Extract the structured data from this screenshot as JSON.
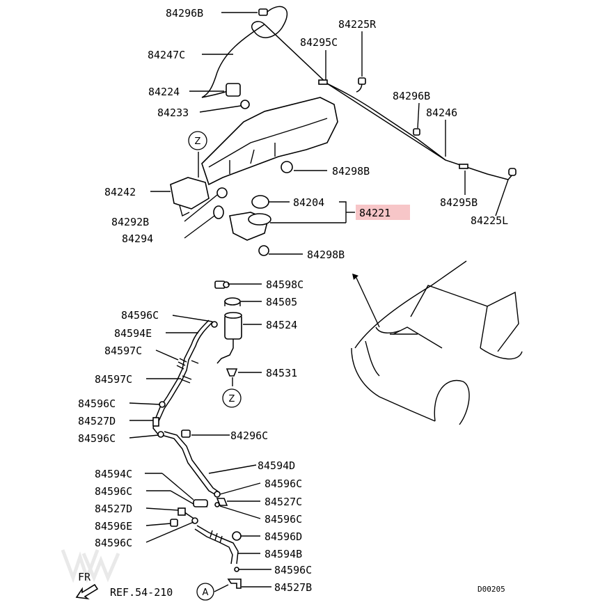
{
  "diagram": {
    "group_label": "84221",
    "labels": {
      "l84296b_top": "84296B",
      "l84247c": "84247C",
      "l84224": "84224",
      "l84233": "84233",
      "l84242": "84242",
      "l84292b": "84292B",
      "l84294": "84294",
      "l84225r": "84225R",
      "l84295c": "84295C",
      "l84296b_mid": "84296B",
      "l84246": "84246",
      "l84298b_top": "84298B",
      "l84204": "84204",
      "l84295b": "84295B",
      "l84225l": "84225L",
      "l84298b_bot": "84298B",
      "l84598c": "84598C",
      "l84505": "84505",
      "l84524": "84524",
      "l84531": "84531",
      "l84596c_1": "84596C",
      "l84594e": "84594E",
      "l84597c_1": "84597C",
      "l84597c_2": "84597C",
      "l84596c_2": "84596C",
      "l84527d_1": "84527D",
      "l84596c_3": "84596C",
      "l84296c": "84296C",
      "l84594d": "84594D",
      "l84594c": "84594C",
      "l84596c_4": "84596C",
      "l84596c_r1": "84596C",
      "l84527c": "84527C",
      "l84527d_2": "84527D",
      "l84596c_r2": "84596C",
      "l84596e": "84596E",
      "l84596d": "84596D",
      "l84596c_5": "84596C",
      "l84594b": "84594B",
      "l84596c_r3": "84596C",
      "l84527b": "84527B"
    },
    "markers": {
      "z1": "Z",
      "z2": "Z",
      "a": "A"
    },
    "fr_label": "FR",
    "ref_label": "REF.54-210",
    "drawing_id": "D00205"
  },
  "colors": {
    "highlight": "#f7c6c8",
    "line": "#000000"
  }
}
